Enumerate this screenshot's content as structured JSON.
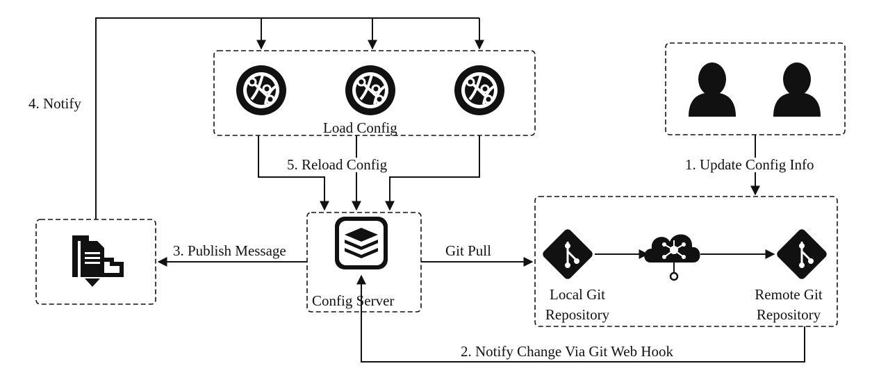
{
  "labels": {
    "notify": "4. Notify",
    "load_config": "Load Config",
    "reload_config": "5. Reload Config",
    "update_config_info": "1. Update Config Info",
    "publish_message": "3. Publish Message",
    "git_pull": "Git Pull",
    "config_server": "Config Server",
    "local_git_repository": [
      "Local Git",
      "Repository"
    ],
    "remote_git_repository": [
      "Remote Git",
      "Repository"
    ],
    "notify_change": "2. Notify Change Via Git Web Hook"
  },
  "icons": {
    "clients": [
      "globe-network-icon",
      "globe-network-icon",
      "globe-network-icon"
    ],
    "users": [
      "user-icon",
      "user-icon"
    ],
    "message_bus": "message-bus-icon",
    "config_server": "config-server-stack-icon",
    "local_git": "git-icon",
    "cloud": "cloud-network-icon",
    "remote_git": "git-icon"
  },
  "colors": {
    "line": "#111111",
    "icon": "#111111",
    "background": "#ffffff"
  }
}
